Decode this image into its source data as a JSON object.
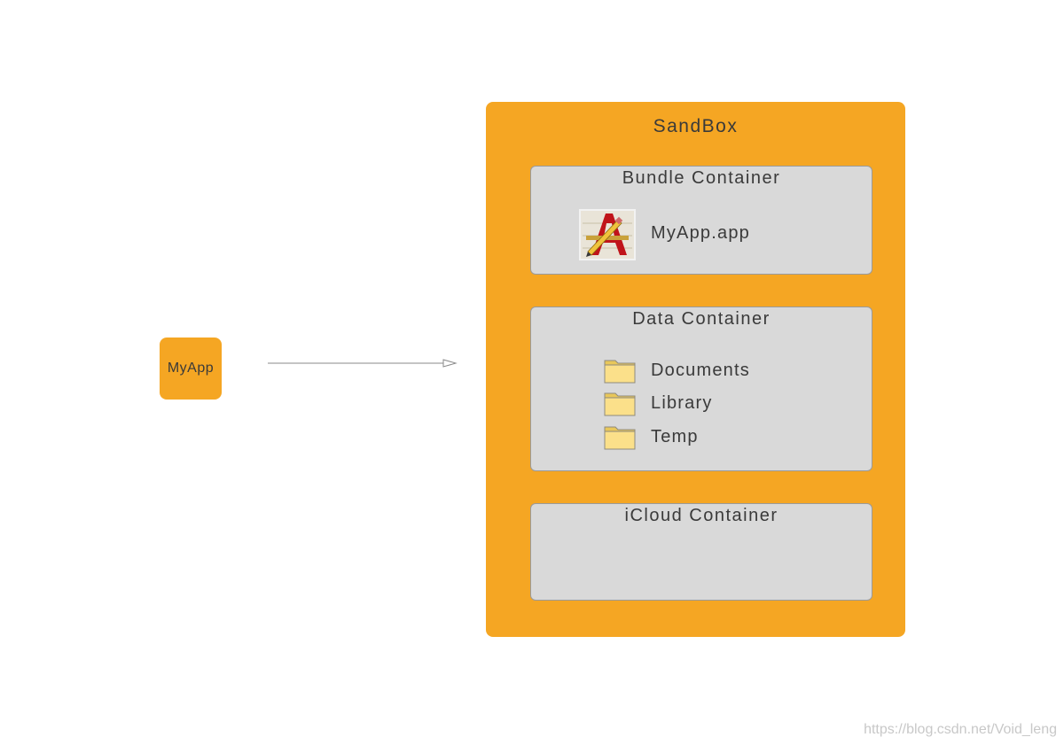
{
  "myapp": {
    "label": "MyApp"
  },
  "sandbox": {
    "title": "SandBox",
    "bundle": {
      "title": "Bundle Container",
      "app": {
        "label": "MyApp.app",
        "icon": "xcode-app-icon"
      }
    },
    "data": {
      "title": "Data Container",
      "folders": [
        {
          "label": "Documents",
          "icon": "folder-icon"
        },
        {
          "label": "Library",
          "icon": "folder-icon"
        },
        {
          "label": "Temp",
          "icon": "folder-icon"
        }
      ]
    },
    "icloud": {
      "title": "iCloud Container"
    }
  },
  "watermark": "https://blog.csdn.net/Void_leng",
  "colors": {
    "accent": "#f5a623",
    "container": "#d9d9d9",
    "text": "#3a3a3a"
  }
}
